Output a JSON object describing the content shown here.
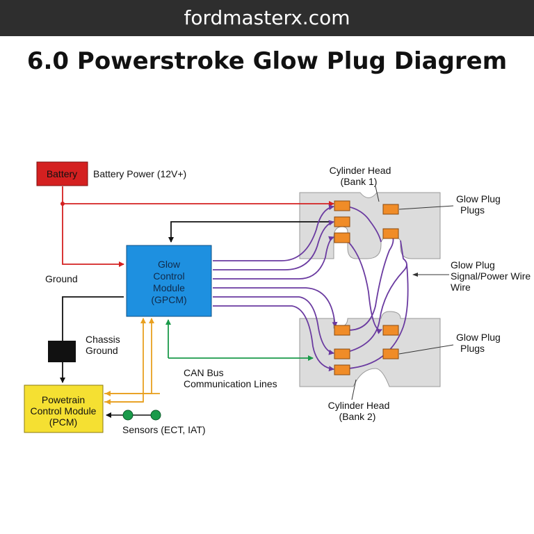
{
  "banner": {
    "site": "fordmasterx.com"
  },
  "title": "6.0 Powerstroke Glow Plug Diagrem",
  "colors": {
    "banner_bg": "#2e2e2e",
    "battery": "#d42020",
    "gpcm": "#1e90e0",
    "pcm": "#f5e032",
    "chassis_ground": "#111111",
    "power_wire": "#d42020",
    "signal_wire": "#6a3aa0",
    "sensor_wire": "#e8a020",
    "can_wire": "#1a9a4a",
    "glow_plug": "#f08c28",
    "cylinder_head": "#dcdcdc",
    "sensor_dot": "#1a9a4a"
  },
  "components": {
    "battery": {
      "label": "Battery"
    },
    "battery_power": "Battery Power (12V+)",
    "gpcm": {
      "lines": [
        "Glow",
        "Control",
        "Module",
        "(GPCM)"
      ]
    },
    "pcm": {
      "lines": [
        "Powetrain",
        "Control Module",
        "(PCM)"
      ]
    },
    "ground": "Ground",
    "chassis_ground": {
      "lines": [
        "Chassis",
        "Ground"
      ]
    },
    "can_bus": {
      "lines": [
        "CAN Bus",
        "Communication Lines"
      ]
    },
    "sensors": "Sensors (ECT, IAT)",
    "bank1": {
      "lines": [
        "Cylinder Head",
        "(Bank 1)"
      ]
    },
    "bank2": {
      "lines": [
        "Cylinder Head",
        "(Bank 2)"
      ]
    },
    "glow_plugs_top": {
      "lines": [
        "Glow Plug",
        "Plugs"
      ]
    },
    "glow_plug_wire": {
      "lines": [
        "Glow Plug",
        "Signal/Power Wire",
        "Wire"
      ]
    },
    "glow_plugs_bottom": {
      "lines": [
        "Glow Plug",
        "Plugs"
      ]
    }
  }
}
